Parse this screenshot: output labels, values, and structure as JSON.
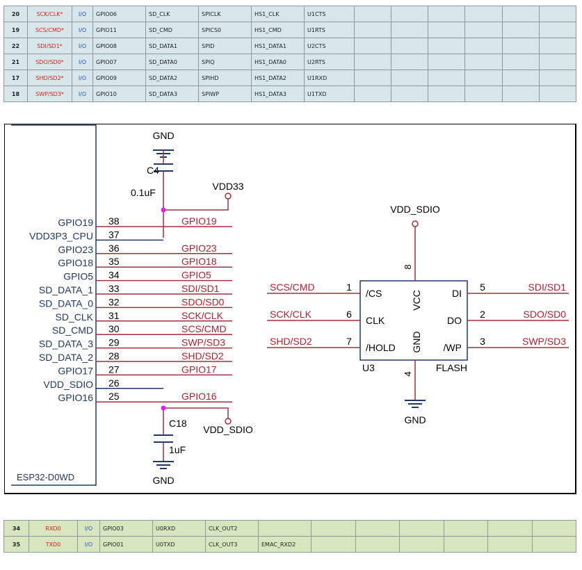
{
  "top_table": {
    "rows": [
      [
        "20",
        "SCK/CLK*",
        "I/O",
        "GPIO06",
        "SD_CLK",
        "SPICLK",
        "HS1_CLK",
        "U1CTS"
      ],
      [
        "19",
        "SCS/CMD*",
        "I/O",
        "GPIO11",
        "SD_CMD",
        "SPICS0",
        "HS1_CMD",
        "U1RTS"
      ],
      [
        "22",
        "SDI/SD1*",
        "I/O",
        "GPIO08",
        "SD_DATA1",
        "SPID",
        "HS1_DATA1",
        "U2CTS"
      ],
      [
        "21",
        "SDO/SD0*",
        "I/O",
        "GPIO07",
        "SD_DATA0",
        "SPIQ",
        "HS1_DATA0",
        "U2RTS"
      ],
      [
        "17",
        "SHD/SD2*",
        "I/O",
        "GPIO09",
        "SD_DATA2",
        "SPIHD",
        "HS1_DATA2",
        "U1RXD"
      ],
      [
        "18",
        "SWP/SD3*",
        "I/O",
        "GPIO10",
        "SD_DATA3",
        "SPIWP",
        "HS1_DATA3",
        "U1TXD"
      ]
    ]
  },
  "bottom_table": {
    "rows": [
      [
        "34",
        "RXD0",
        "I/O",
        "GPIO03",
        "U0RXD",
        "CLK_OUT2",
        ""
      ],
      [
        "35",
        "TXD0",
        "I/O",
        "GPIO01",
        "U0TXD",
        "CLK_OUT3",
        "EMAC_RXD2"
      ]
    ]
  },
  "schematic": {
    "esp32": {
      "part": "ESP32-D0WD",
      "pins": [
        {
          "num": "38",
          "label": "GPIO19",
          "net": "GPIO19"
        },
        {
          "num": "37",
          "label": "VDD3P3_CPU",
          "net": ""
        },
        {
          "num": "36",
          "label": "GPIO23",
          "net": "GPIO23"
        },
        {
          "num": "35",
          "label": "GPIO18",
          "net": "GPIO18"
        },
        {
          "num": "34",
          "label": "GPIO5",
          "net": "GPIO5"
        },
        {
          "num": "33",
          "label": "SD_DATA_1",
          "net": "SDI/SD1"
        },
        {
          "num": "32",
          "label": "SD_DATA_0",
          "net": "SDO/SD0"
        },
        {
          "num": "31",
          "label": "SD_CLK",
          "net": "SCK/CLK"
        },
        {
          "num": "30",
          "label": "SD_CMD",
          "net": "SCS/CMD"
        },
        {
          "num": "29",
          "label": "SD_DATA_3",
          "net": "SWP/SD3"
        },
        {
          "num": "28",
          "label": "SD_DATA_2",
          "net": "SHD/SD2"
        },
        {
          "num": "27",
          "label": "GPIO17",
          "net": "GPIO17"
        },
        {
          "num": "26",
          "label": "VDD_SDIO",
          "net": ""
        },
        {
          "num": "25",
          "label": "GPIO16",
          "net": "GPIO16"
        }
      ]
    },
    "c4": {
      "ref": "C4",
      "value": "0.1uF"
    },
    "c18": {
      "ref": "C18",
      "value": "1uF"
    },
    "gnd_label": "GND",
    "vdd33_label": "VDD33",
    "vdd_sdio_label": "VDD_SDIO",
    "flash": {
      "ref": "U3",
      "type": "FLASH",
      "vcc_pin": "8",
      "gnd_pin": "4",
      "vcc_label": "VCC",
      "gnd_label": "GND",
      "vdd_label": "VDD_SDIO",
      "gnd_symbol_label": "GND",
      "left_pins": [
        {
          "num": "1",
          "name": "/CS",
          "net": "SCS/CMD"
        },
        {
          "num": "6",
          "name": "CLK",
          "net": "SCK/CLK"
        },
        {
          "num": "7",
          "name": "/HOLD",
          "net": "SHD/SD2"
        }
      ],
      "right_pins": [
        {
          "num": "5",
          "name": "DI",
          "net": "SDI/SD1"
        },
        {
          "num": "2",
          "name": "DO",
          "net": "SDO/SD0"
        },
        {
          "num": "3",
          "name": "/WP",
          "net": "SWP/SD3"
        }
      ]
    }
  }
}
